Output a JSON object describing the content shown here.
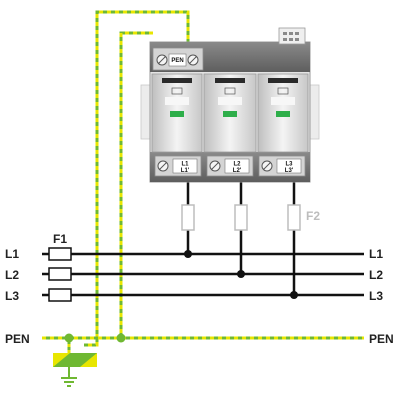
{
  "labels": {
    "fuse": "F1",
    "fuse2": "F2",
    "phases": [
      "L1",
      "L2",
      "L3"
    ],
    "pen": "PEN",
    "pen_terminal": "PEN",
    "module_terminals": [
      {
        "top": "L1",
        "bottom": "L1'"
      },
      {
        "top": "L2",
        "bottom": "L2'"
      },
      {
        "top": "L3",
        "bottom": "L3'"
      }
    ]
  },
  "colors": {
    "wire": "#111111",
    "pe_green": "#6fb832",
    "pe_yellow": "#e8e600",
    "fuse2_label": "#bdbdbd",
    "device_body": "#e2e2e2",
    "device_dark": "#6d6d6d",
    "status_green": "#2eae4a"
  }
}
